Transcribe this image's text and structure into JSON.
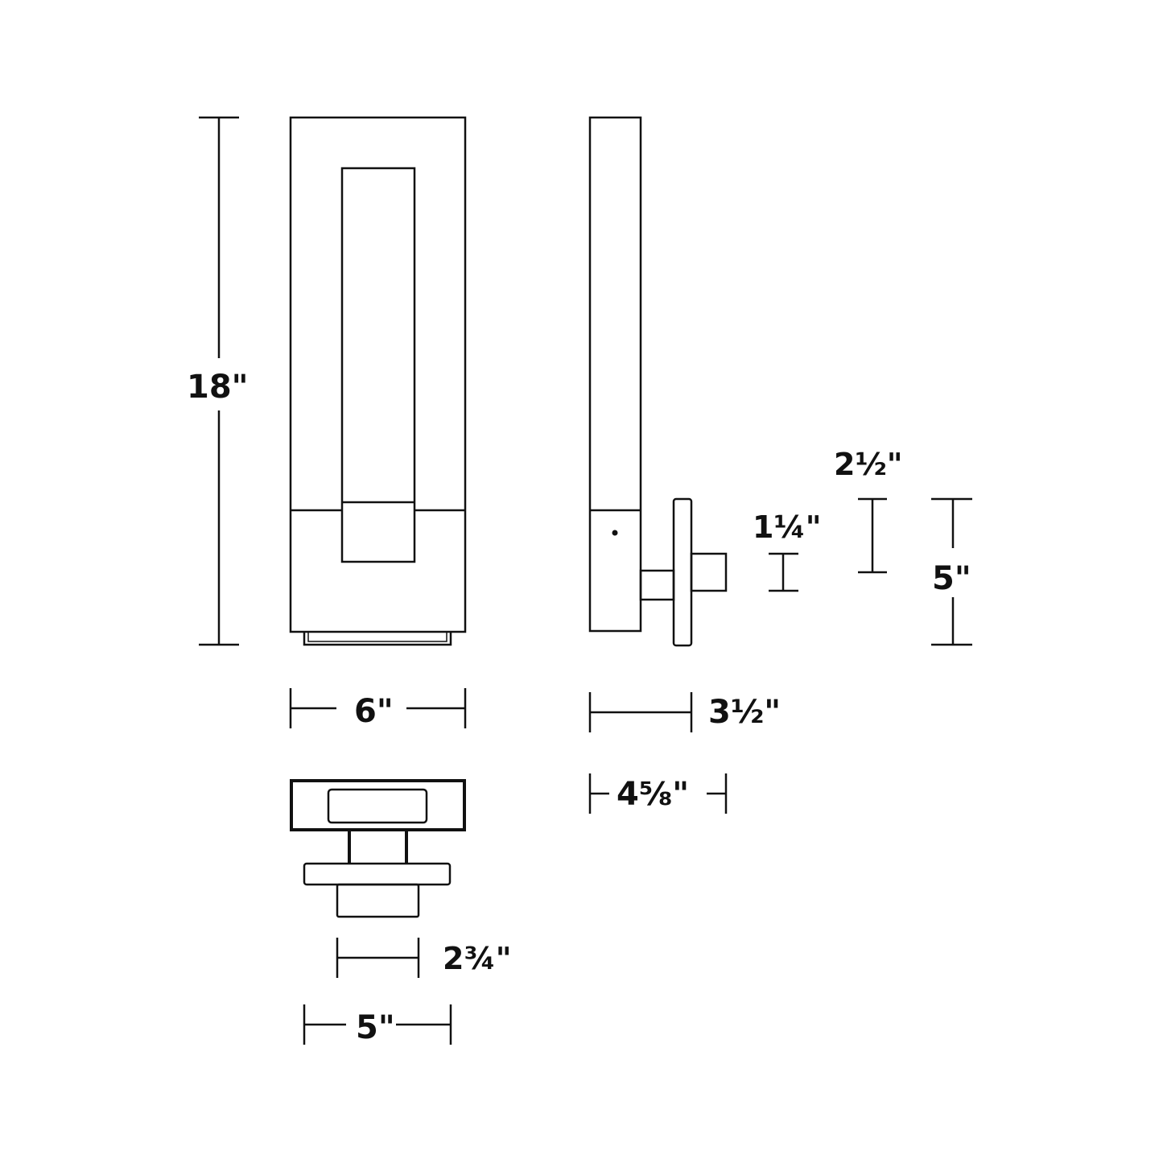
{
  "drawing": {
    "type": "dimension-drawing",
    "subject": "wall sconce",
    "stroke_color": "#111111",
    "background": "#ffffff",
    "views": [
      "front",
      "side",
      "top"
    ]
  },
  "dimensions": {
    "height": "18\"",
    "front_width": "6\"",
    "side_depth": "3½\"",
    "total_extension": "4⅝\"",
    "backplate_height": "5\"",
    "backplate_inner_height": "2½\"",
    "arm_height": "1¼\"",
    "top_arm_width": "2¾\"",
    "top_backplate_width": "5\""
  }
}
